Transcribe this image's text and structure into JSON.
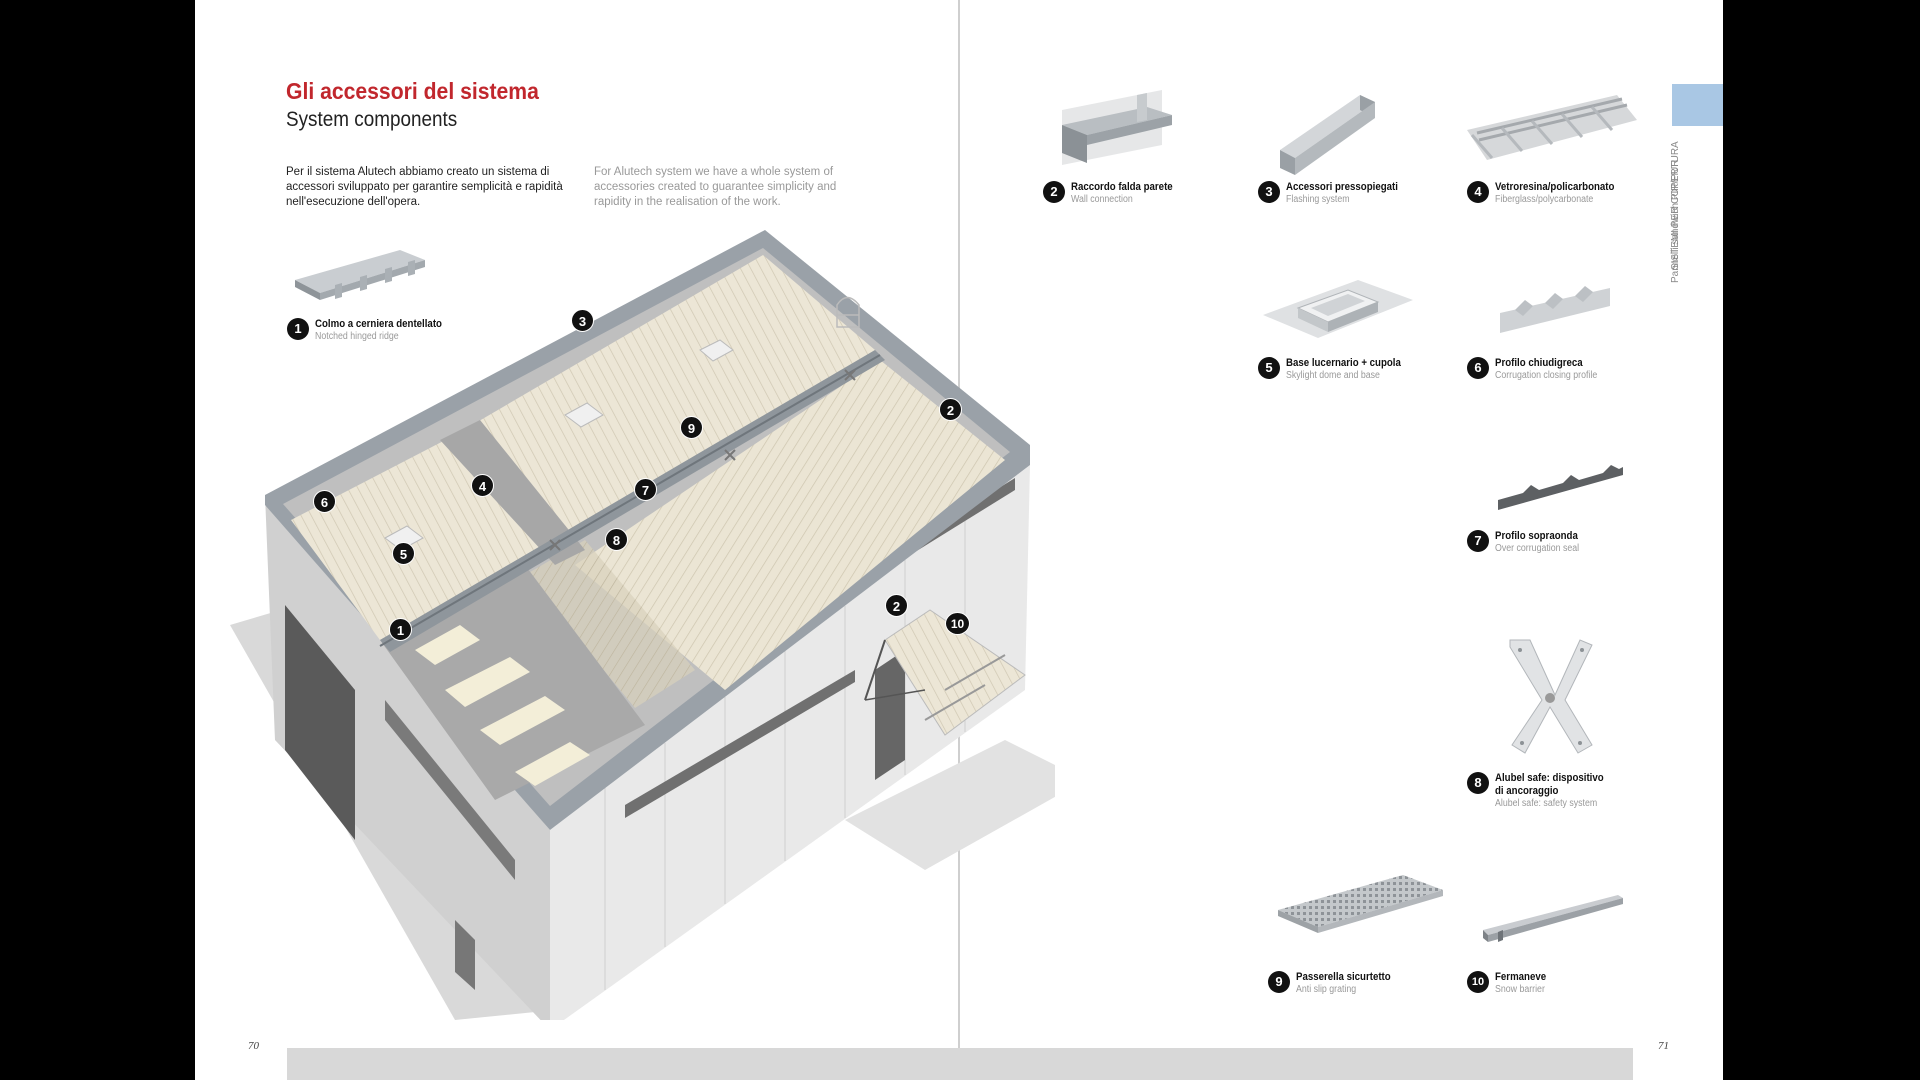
{
  "heading": {
    "title_it": "Gli accessori del sistema",
    "title_en": "System components"
  },
  "intro": {
    "it": "Per il sistema Alutech abbiamo creato un sistema di accessori sviluppato per garantire semplicità e rapidità nell'esecuzione dell'opera.",
    "en": "For Alutech system we have a whole system of accessories created to guarantee simplicity and rapidity in the realisation of the work."
  },
  "side_tab": {
    "line1": "SISTEMI PER COPERTURA",
    "line2": "Pannelli sandwich PIR/PUR",
    "color": "#a9c7e4"
  },
  "page_numbers": {
    "left": "70",
    "right": "71"
  },
  "components": [
    {
      "num": "1",
      "name_it": "Colmo a cerniera dentellato",
      "name_en": "Notched hinged ridge"
    },
    {
      "num": "2",
      "name_it": "Raccordo falda parete",
      "name_en": "Wall connection"
    },
    {
      "num": "3",
      "name_it": "Accessori pressopiegati",
      "name_en": "Flashing system"
    },
    {
      "num": "4",
      "name_it": "Vetroresina/policarbonato",
      "name_en": "Fiberglass/polycarbonate"
    },
    {
      "num": "5",
      "name_it": "Base lucernario + cupola",
      "name_en": "Skylight dome and base"
    },
    {
      "num": "6",
      "name_it": "Profilo chiudigreca",
      "name_en": "Corrugation closing profile"
    },
    {
      "num": "7",
      "name_it": "Profilo sopraonda",
      "name_en": "Over corrugation seal"
    },
    {
      "num": "8",
      "name_it": "Alubel safe: dispositivo",
      "name_it_2": "di ancoraggio",
      "name_en": "Alubel safe: safety system"
    },
    {
      "num": "9",
      "name_it": "Passerella sicurtetto",
      "name_en": "Anti slip grating"
    },
    {
      "num": "10",
      "name_it": "Fermaneve",
      "name_en": "Snow barrier"
    }
  ],
  "callouts": [
    "1",
    "2",
    "2",
    "3",
    "4",
    "5",
    "6",
    "7",
    "8",
    "9",
    "10"
  ],
  "colors": {
    "heading_red": "#c1272d",
    "badge": "#111111"
  }
}
